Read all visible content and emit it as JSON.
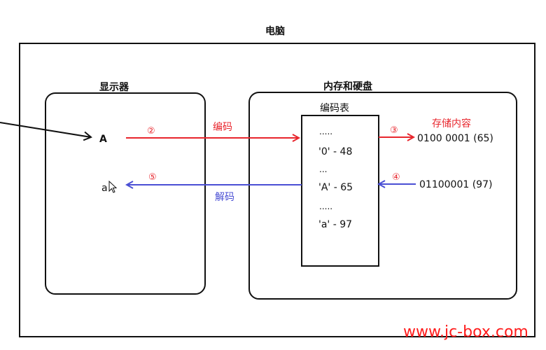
{
  "diagram": {
    "computer_label": "电脑",
    "monitor_label": "显示器",
    "memory_label": "内存和硬盘",
    "table_label": "编码表",
    "display_char_A": "A",
    "display_char_a": "a",
    "encode_label": "编码",
    "decode_label": "解码",
    "storage_label": "存储内容",
    "step2": "②",
    "step3": "③",
    "step4": "④",
    "step5": "⑤",
    "table_entries": [
      {
        "text": "....."
      },
      {
        "text": "'0' - 48"
      },
      {
        "text": "..."
      },
      {
        "text": "'A' - 65"
      },
      {
        "text": "....."
      },
      {
        "text": "'a' - 97"
      }
    ],
    "stored_A": "0100 0001 (65)",
    "stored_a": "01100001 (97)",
    "watermark": "www.jc-box.com"
  },
  "colors": {
    "encode": "#e8262d",
    "decode": "#4a4fd4",
    "outline": "#111111",
    "watermark": "#ff1a1a"
  }
}
